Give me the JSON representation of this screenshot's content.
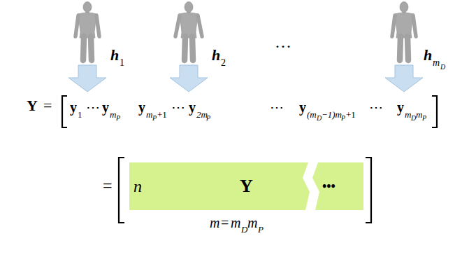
{
  "diagram": {
    "nodes": [
      {
        "text": [
          "n",
          "Y",
          "•••"
        ]
      }
    ],
    "labels": [
      "h",
      "1",
      "h",
      "2",
      "…",
      "h",
      "m",
      "D",
      "Y",
      "=",
      "y",
      "1",
      "⋯",
      "y",
      "m",
      "P",
      "y",
      "m",
      "P",
      "+1",
      "⋯",
      "y",
      "2m",
      "P",
      "⋯",
      "y",
      "(m",
      "D",
      "−1)m",
      "P",
      "+1",
      "⋯",
      "y",
      "m",
      "D",
      "m",
      "P",
      "=",
      "m",
      "=",
      "m",
      "D",
      "m",
      "P"
    ]
  }
}
